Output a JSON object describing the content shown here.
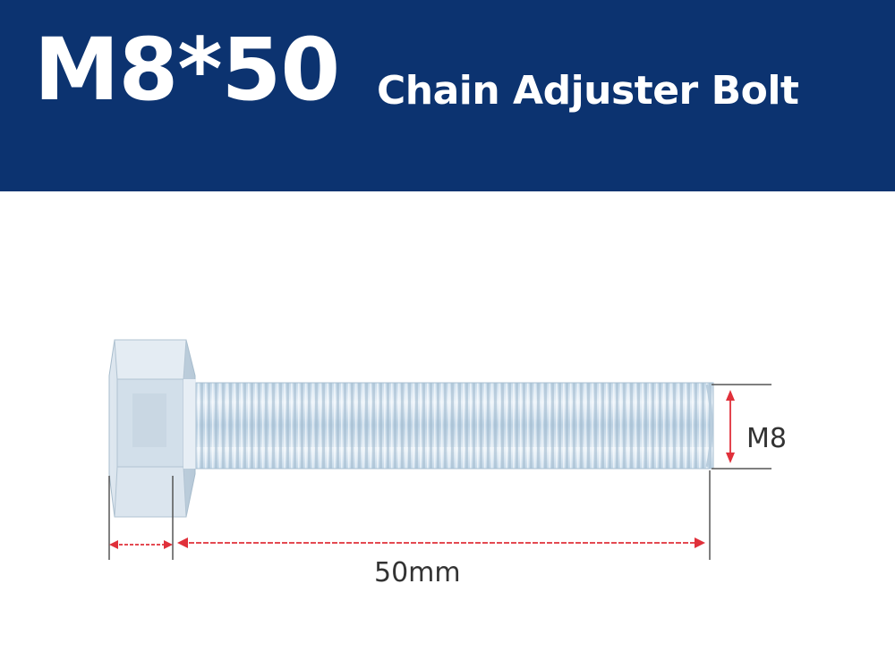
{
  "banner": {
    "size_title": "M8*50",
    "product_name": "Chain Adjuster Bolt"
  },
  "dimensions": {
    "length_label": "50mm",
    "thread_label": "M8"
  },
  "colors": {
    "banner_background": "#0c3370",
    "banner_text": "#ffffff",
    "dimension_arrow": "#e0303a",
    "dimension_text": "#333333",
    "bolt_metal": "#c9dbe9"
  }
}
